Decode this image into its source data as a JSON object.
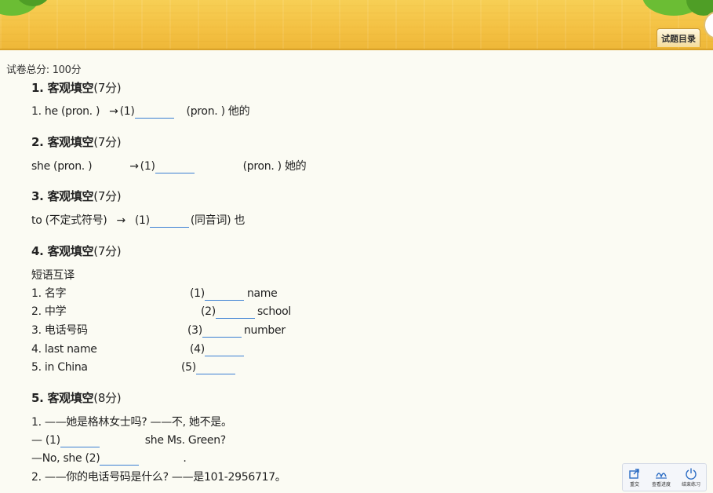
{
  "header": {
    "toc_label": "试题目录"
  },
  "paper": {
    "total_score": "试卷总分: 100分"
  },
  "questions": [
    {
      "title": "1. 客观填空",
      "score": "(7分)",
      "line": {
        "text1": "1. he (pron. )",
        "arrow": "→",
        "num": "(1)",
        "after": "(pron. ) 他的"
      }
    },
    {
      "title": "2. 客观填空",
      "score": "(7分)",
      "line": {
        "text1": "she (pron. )",
        "arrow": "→",
        "num": "(1)",
        "after": "(pron. ) 她的"
      }
    },
    {
      "title": "3. 客观填空",
      "score": "(7分)",
      "line": {
        "text1": "to (不定式符号)",
        "arrow": "→",
        "num": "(1)",
        "after": "(同音词) 也"
      }
    },
    {
      "title": "4. 客观填空",
      "score": "(7分)",
      "intro": "短语互译",
      "rows": [
        {
          "text": "1. 名字",
          "num": "(1)",
          "after": "name"
        },
        {
          "text": "2. 中学",
          "num": "(2)",
          "after": "school"
        },
        {
          "text": "3. 电话号码",
          "num": "(3)",
          "after": "number"
        },
        {
          "text": "4. last name",
          "num": "(4)",
          "after": ""
        },
        {
          "text": "5. in China",
          "num": "(5)",
          "after": ""
        }
      ]
    },
    {
      "title": "5. 客观填空",
      "score": "(8分)",
      "lines": [
        "1. ——她是格林女士吗? ——不, 她不是。",
        {
          "pre": "— (1)",
          "after": "she Ms. Green?"
        },
        {
          "pre": "—No,  she (2)",
          "after": "."
        },
        "2. ——你的电话号码是什么? ——是101-2956717。"
      ]
    }
  ],
  "toolbar": {
    "items": [
      {
        "label": "重交",
        "icon": "share-icon"
      },
      {
        "label": "查看进度",
        "icon": "progress-icon"
      },
      {
        "label": "结束练习",
        "icon": "power-icon"
      }
    ]
  }
}
